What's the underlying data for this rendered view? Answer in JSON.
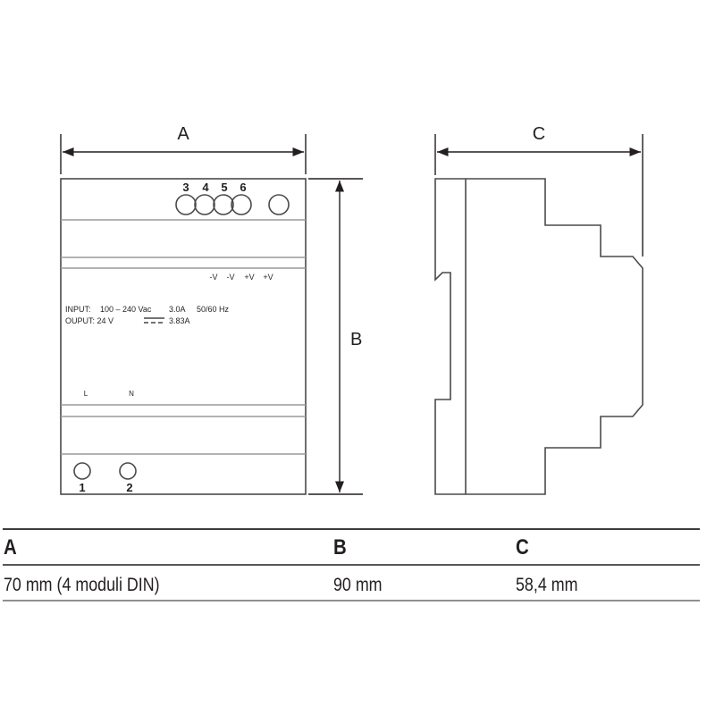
{
  "dimensions": {
    "A": "A",
    "B": "B",
    "C": "C"
  },
  "front_view": {
    "top_terminals": [
      "3",
      "4",
      "5",
      "6"
    ],
    "output_labels": [
      "-V",
      "-V",
      "+V",
      "+V"
    ],
    "input_line": {
      "label": "INPUT:",
      "voltage": "100 – 240 Vac",
      "current": "3.0A",
      "frequency": "50/60 Hz"
    },
    "output_line": {
      "label": "OUPUT: 24 V",
      "current": "3.83A"
    },
    "input_terminal_labels": [
      "L",
      "N"
    ],
    "bottom_terminals": [
      "1",
      "2"
    ]
  },
  "table": {
    "headers": [
      "A",
      "B",
      "C"
    ],
    "values": [
      "70 mm (4 moduli DIN)",
      "90 mm",
      "58,4 mm"
    ]
  }
}
